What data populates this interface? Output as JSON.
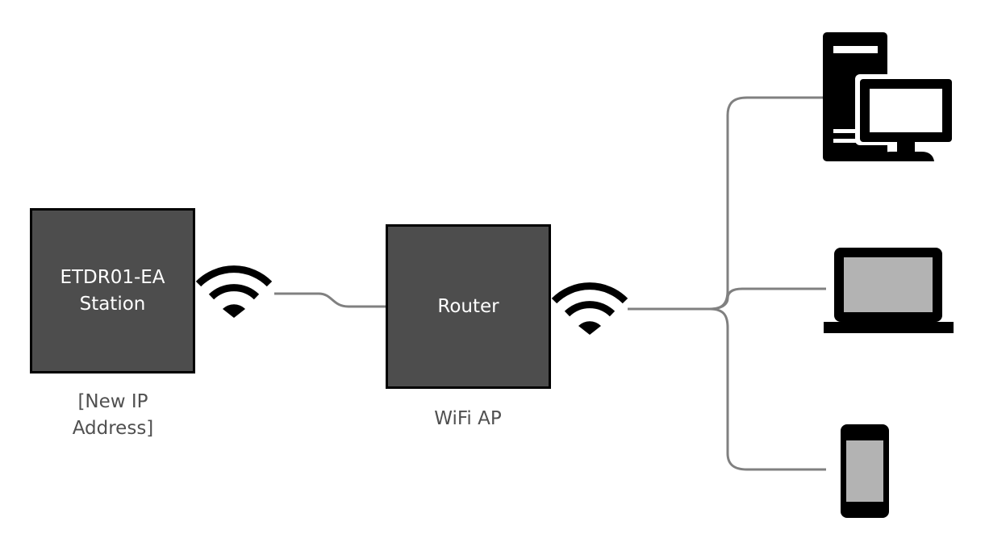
{
  "nodes": {
    "station": {
      "label": "ETDR01-EA\nStation",
      "caption": "[New IP\nAddress]"
    },
    "router": {
      "label": "Router",
      "caption": "WiFi AP"
    }
  },
  "devices": [
    {
      "icon": "desktop-computer-icon"
    },
    {
      "icon": "laptop-icon"
    },
    {
      "icon": "smartphone-icon"
    }
  ],
  "colors": {
    "box_fill": "#4d4d4d",
    "box_border": "#000000",
    "box_text": "#ffffff",
    "caption_text": "#505050",
    "connector": "#808080",
    "icon_black": "#000000",
    "icon_screen": "#b3b3b3"
  }
}
